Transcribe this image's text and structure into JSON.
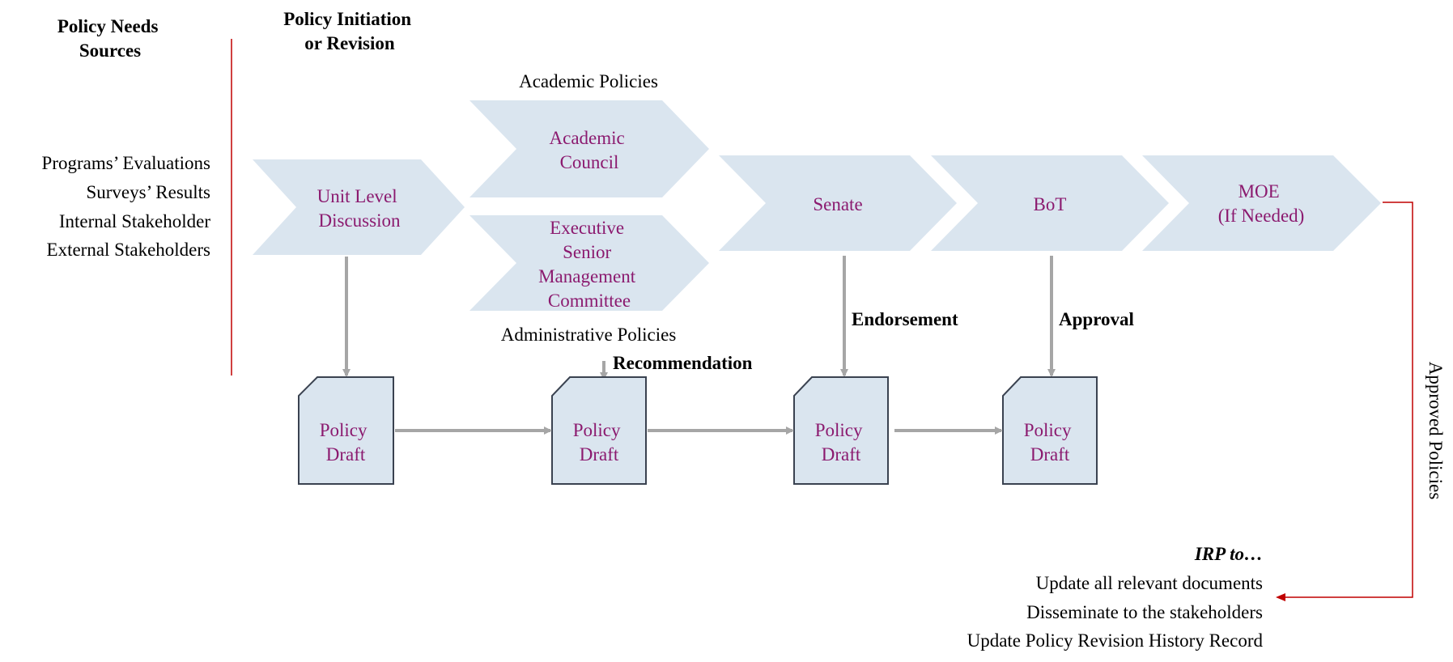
{
  "colors": {
    "node_fill": "#dae5ef",
    "node_text": "#8b1a6f",
    "connector": "#a6a6a6",
    "approved_path": "#c00000",
    "doc_stroke": "#3a4250"
  },
  "headers": {
    "sources": [
      "Policy Needs",
      "Sources"
    ],
    "initiation": [
      "Policy Initiation",
      "or Revision"
    ]
  },
  "sources": [
    "Programs’ Evaluations",
    "Surveys’ Results",
    "Internal Stakeholder",
    "External Stakeholders"
  ],
  "stages": {
    "unit": [
      "Unit Level",
      "Discussion"
    ],
    "academic_council": [
      "Academic",
      "Council"
    ],
    "esmc": [
      "Executive",
      "Senior",
      "Management",
      "Committee"
    ],
    "senate": [
      "Senate"
    ],
    "bot": [
      "BoT"
    ],
    "moe": [
      "MOE",
      "(If Needed)"
    ]
  },
  "branch_labels": {
    "academic": "Academic Policies",
    "administrative": "Administrative Policies"
  },
  "flow_labels": {
    "recommendation": "Recommendation",
    "endorsement": "Endorsement",
    "approval": "Approval",
    "approved": "Approved Policies"
  },
  "drafts": [
    [
      "Policy",
      "Draft"
    ],
    [
      "Policy",
      "Draft"
    ],
    [
      "Policy",
      "Draft"
    ],
    [
      "Policy",
      "Draft"
    ]
  ],
  "irp": {
    "title": "IRP to…",
    "items": [
      "Update all relevant documents",
      "Disseminate to the stakeholders",
      "Update Policy Revision History Record"
    ]
  }
}
